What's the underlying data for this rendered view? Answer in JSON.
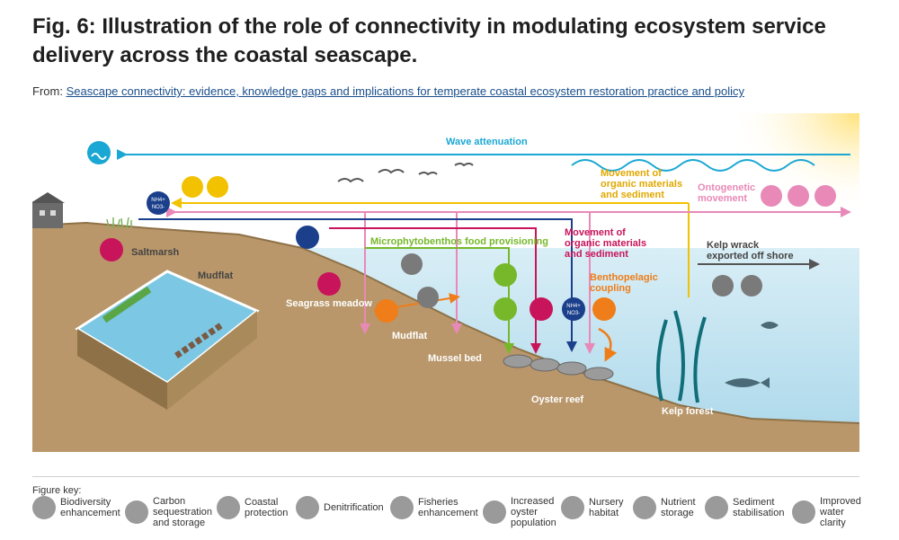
{
  "header": {
    "title": "Fig. 6: Illustration of the role of connectivity in modulating ecosystem service delivery across the coastal seascape.",
    "from_label": "From:",
    "from_link": "Seascape connectivity: evidence, knowledge gaps and implications for temperate coastal ecosystem restoration practice and policy"
  },
  "diagram": {
    "labels": {
      "wave": "Wave attenuation",
      "movement1": "Movement of\norganic materials\nand sediment",
      "ontogenetic": "Ontogenetic\nmovement",
      "microphyto": "Microphytobenthos food provisioning",
      "movement2": "Movement of\norganic materials\nand sediment",
      "kelp_wrack": "Kelp wrack\nexported off shore",
      "benthopelagic": "Benthopelagic\ncoupling",
      "saltmarsh": "Saltmarsh",
      "mudflat1": "Mudflat",
      "seagrass": "Seagrass meadow",
      "mudflat2": "Mudflat",
      "mussel": "Mussel bed",
      "oyster": "Oyster reef",
      "kelp_forest": "Kelp forest"
    },
    "icon_codes": {
      "nh4": "NH4+",
      "no3": "NO3-"
    },
    "colors": {
      "wave": "#1aa7d4",
      "movement1": "#f2c100",
      "ontogenetic": "#e889b8",
      "microphyto": "#76b82a",
      "movement2": "#c8145a",
      "benthopelagic": "#ef7d19",
      "navy": "#1b3f8b",
      "sediment": "#b9976a",
      "sky": "#ffffff",
      "water": "#dff0f6"
    }
  },
  "key": {
    "title": "Figure key:",
    "items": [
      {
        "label": "Biodiversity\nenhancement",
        "icon": "biodiversity-icon"
      },
      {
        "label": "Carbon\nsequestration\nand storage",
        "icon": "carbon-icon"
      },
      {
        "label": "Coastal\nprotection",
        "icon": "coastal-protection-icon"
      },
      {
        "label": "Denitrification",
        "icon": "denitrification-icon"
      },
      {
        "label": "Fisheries\nenhancement",
        "icon": "fisheries-icon"
      },
      {
        "label": "Increased\noyster\npopulation",
        "icon": "oyster-icon"
      },
      {
        "label": "Nursery\nhabitat",
        "icon": "nursery-icon"
      },
      {
        "label": "Nutrient\nstorage",
        "icon": "nutrient-icon"
      },
      {
        "label": "Sediment\nstabilisation",
        "icon": "sediment-icon"
      },
      {
        "label": "Improved\nwater\nclarity",
        "icon": "water-clarity-icon"
      }
    ]
  }
}
